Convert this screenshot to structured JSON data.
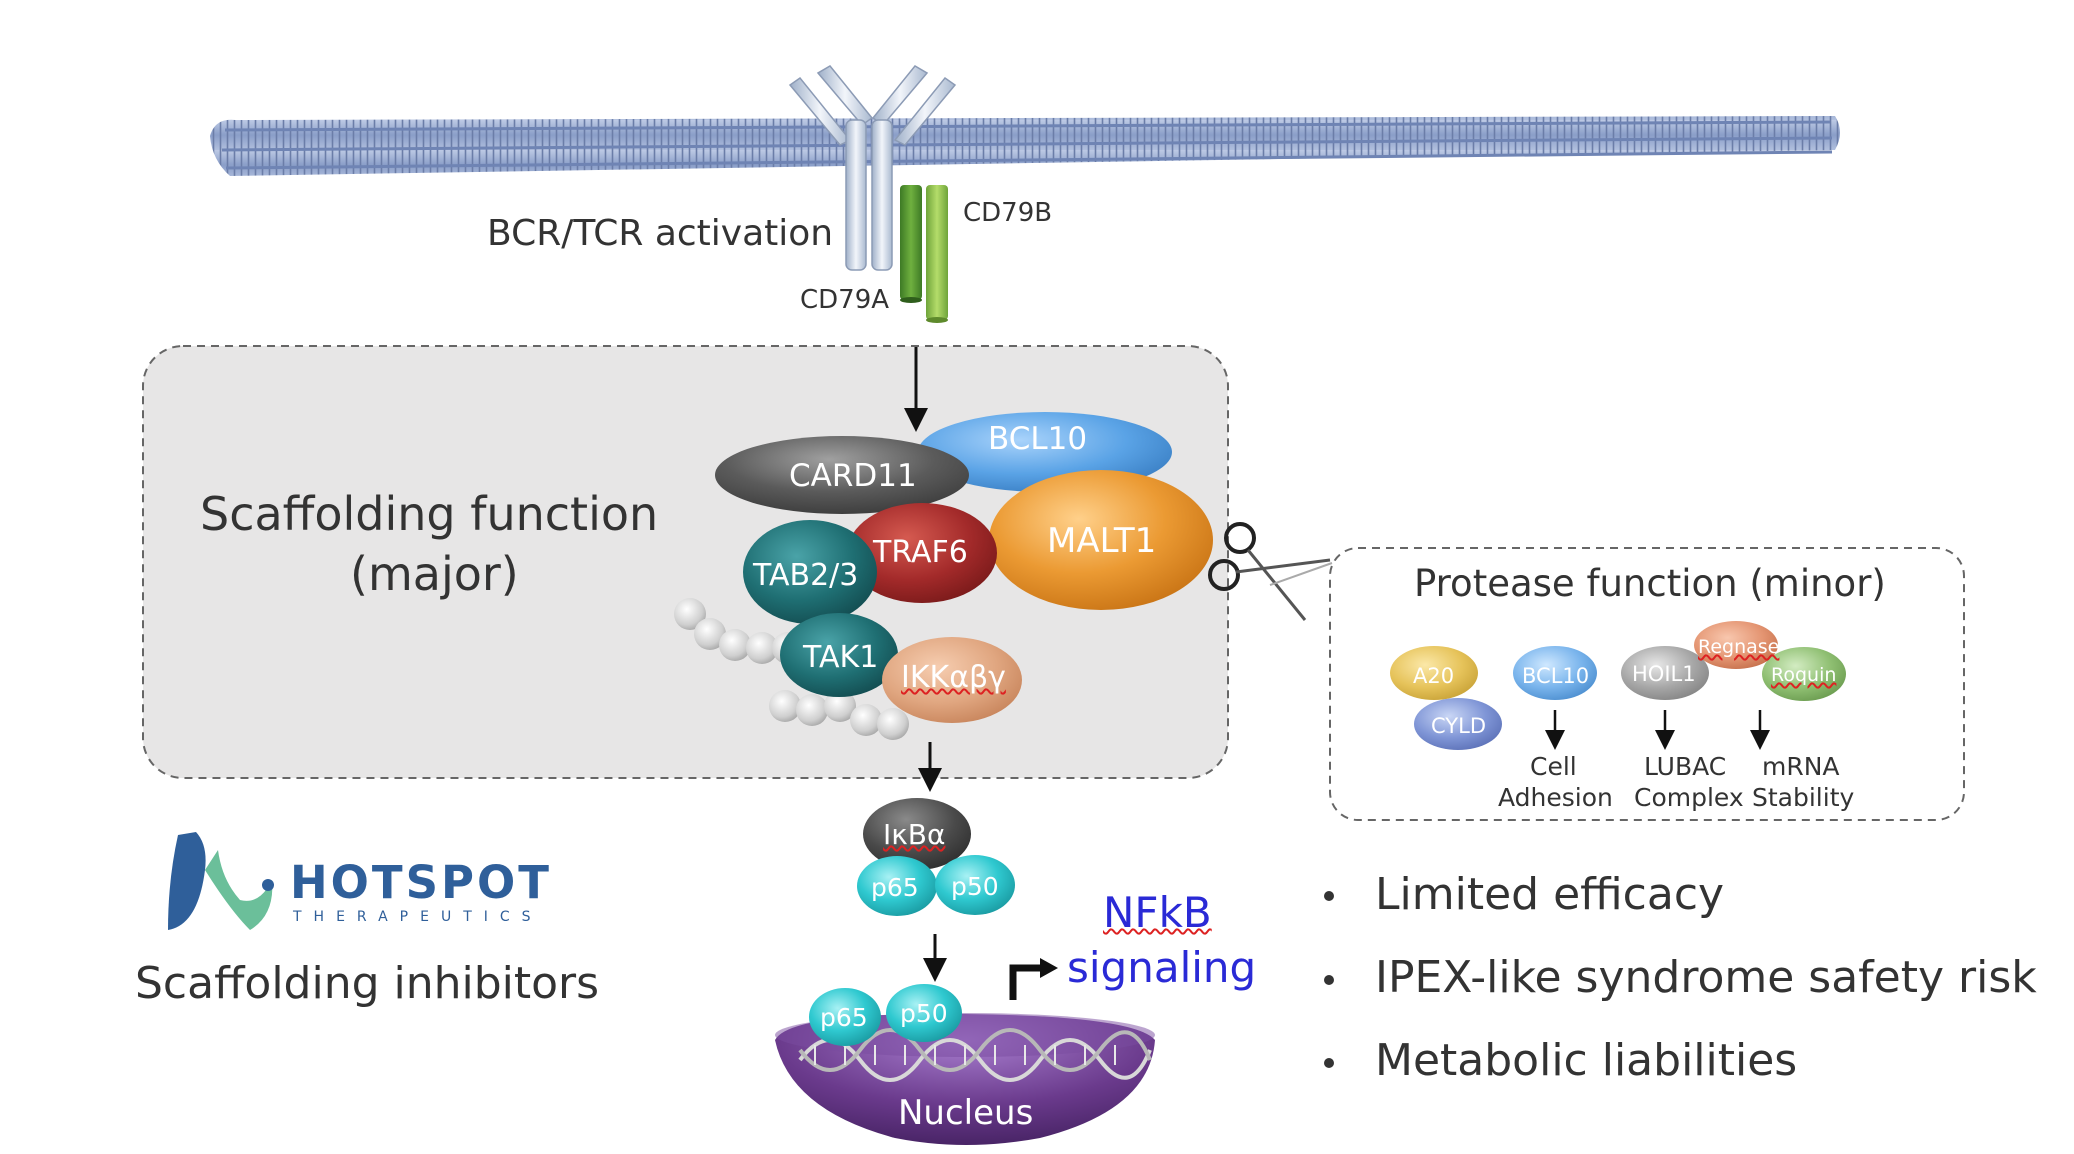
{
  "receptor": {
    "activation_label": "BCR/TCR activation",
    "cd79a_label": "CD79A",
    "cd79b_label": "CD79B"
  },
  "scaffold": {
    "title_line1": "Scaffolding function",
    "title_line2": "(major)",
    "proteins": {
      "bcl10": "BCL10",
      "card11": "CARD11",
      "malt1": "MALT1",
      "traf6": "TRAF6",
      "tab23": "TAB2/3",
      "tak1": "TAK1",
      "ikk": "IKKαβγ"
    }
  },
  "protease": {
    "title": "Protease function (minor)",
    "substrates": {
      "a20": "A20",
      "cyld": "CYLD",
      "bcl10": "BCL10",
      "hoil1": "HOIL1",
      "regnase": "Regnase",
      "roquin": "Roquin"
    },
    "outcomes": {
      "cell_line1": "Cell",
      "cell_line2": "Adhesion",
      "lubac_line1": "LUBAC",
      "lubac_line2": "Complex",
      "mrna_line1": "mRNA",
      "mrna_line2": "Stability"
    }
  },
  "nfkb": {
    "ikba": "IκBα",
    "p65": "p65",
    "p50": "p50",
    "nucleus": "Nucleus",
    "signal_line1": "NFkB",
    "signal_line2": "signaling"
  },
  "company": {
    "logo_name": "HOTSPOT",
    "logo_sub": "THERAPEUTICS",
    "caption": "Scaffolding inhibitors"
  },
  "bullets": [
    "Limited efficacy",
    "IPEX-like syndrome safety risk",
    "Metabolic liabilities"
  ],
  "colors": {
    "membrane": "#8a9fc7",
    "bcl10": "#5aa3e6",
    "card11": "#5b5b5b",
    "malt1": "#e8922e",
    "traf6": "#a32a2a",
    "tab23": "#1f6f73",
    "tak1": "#1c6566",
    "ikk": "#e0a680",
    "p65_p50": "#2fc9d0",
    "nucleus": "#6a3a8c",
    "nfkb_text": "#2a2ad6",
    "hotspot_blue": "#2f5f9a"
  }
}
